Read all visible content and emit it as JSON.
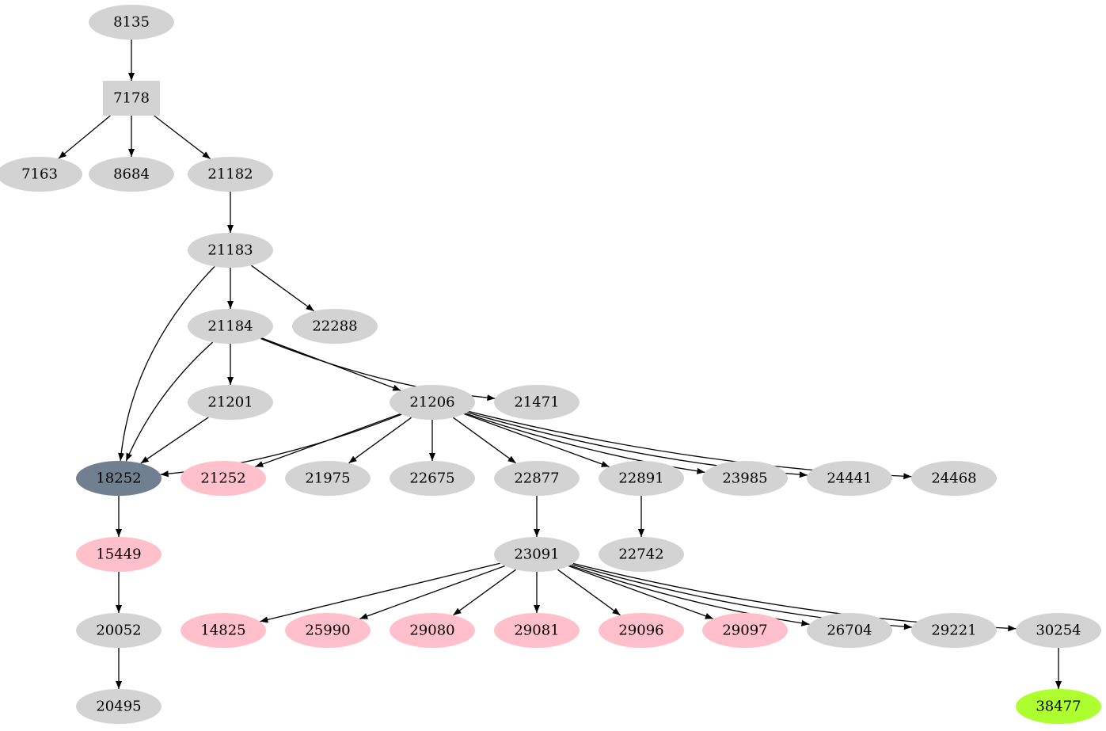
{
  "colors": {
    "default": "#d3d3d3",
    "pink": "#ffc0cb",
    "slate": "#708090",
    "lime": "#adff2f",
    "edge": "#000000"
  },
  "nodes": [
    {
      "id": "8135",
      "label": "8135",
      "shape": "ellipse",
      "color": "default"
    },
    {
      "id": "7178",
      "label": "7178",
      "shape": "box",
      "color": "default"
    },
    {
      "id": "7163",
      "label": "7163",
      "shape": "ellipse",
      "color": "default"
    },
    {
      "id": "8684",
      "label": "8684",
      "shape": "ellipse",
      "color": "default"
    },
    {
      "id": "21182",
      "label": "21182",
      "shape": "ellipse",
      "color": "default"
    },
    {
      "id": "21183",
      "label": "21183",
      "shape": "ellipse",
      "color": "default"
    },
    {
      "id": "21184",
      "label": "21184",
      "shape": "ellipse",
      "color": "default"
    },
    {
      "id": "22288",
      "label": "22288",
      "shape": "ellipse",
      "color": "default"
    },
    {
      "id": "21201",
      "label": "21201",
      "shape": "ellipse",
      "color": "default"
    },
    {
      "id": "21206",
      "label": "21206",
      "shape": "ellipse",
      "color": "default"
    },
    {
      "id": "21471",
      "label": "21471",
      "shape": "ellipse",
      "color": "default"
    },
    {
      "id": "18252",
      "label": "18252",
      "shape": "ellipse",
      "color": "slate"
    },
    {
      "id": "21252",
      "label": "21252",
      "shape": "ellipse",
      "color": "pink"
    },
    {
      "id": "21975",
      "label": "21975",
      "shape": "ellipse",
      "color": "default"
    },
    {
      "id": "22675",
      "label": "22675",
      "shape": "ellipse",
      "color": "default"
    },
    {
      "id": "22877",
      "label": "22877",
      "shape": "ellipse",
      "color": "default"
    },
    {
      "id": "22891",
      "label": "22891",
      "shape": "ellipse",
      "color": "default"
    },
    {
      "id": "23985",
      "label": "23985",
      "shape": "ellipse",
      "color": "default"
    },
    {
      "id": "24441",
      "label": "24441",
      "shape": "ellipse",
      "color": "default"
    },
    {
      "id": "24468",
      "label": "24468",
      "shape": "ellipse",
      "color": "default"
    },
    {
      "id": "15449",
      "label": "15449",
      "shape": "ellipse",
      "color": "pink"
    },
    {
      "id": "23091",
      "label": "23091",
      "shape": "ellipse",
      "color": "default"
    },
    {
      "id": "22742",
      "label": "22742",
      "shape": "ellipse",
      "color": "default"
    },
    {
      "id": "20052",
      "label": "20052",
      "shape": "ellipse",
      "color": "default"
    },
    {
      "id": "14825",
      "label": "14825",
      "shape": "ellipse",
      "color": "pink"
    },
    {
      "id": "25990",
      "label": "25990",
      "shape": "ellipse",
      "color": "pink"
    },
    {
      "id": "29080",
      "label": "29080",
      "shape": "ellipse",
      "color": "pink"
    },
    {
      "id": "29081",
      "label": "29081",
      "shape": "ellipse",
      "color": "pink"
    },
    {
      "id": "29096",
      "label": "29096",
      "shape": "ellipse",
      "color": "pink"
    },
    {
      "id": "29097",
      "label": "29097",
      "shape": "ellipse",
      "color": "pink"
    },
    {
      "id": "26704",
      "label": "26704",
      "shape": "ellipse",
      "color": "default"
    },
    {
      "id": "29221",
      "label": "29221",
      "shape": "ellipse",
      "color": "default"
    },
    {
      "id": "30254",
      "label": "30254",
      "shape": "ellipse",
      "color": "default"
    },
    {
      "id": "20495",
      "label": "20495",
      "shape": "ellipse",
      "color": "default"
    },
    {
      "id": "38477",
      "label": "38477",
      "shape": "ellipse",
      "color": "lime"
    }
  ],
  "edges": [
    {
      "from": "8135",
      "to": "7178"
    },
    {
      "from": "7178",
      "to": "7163"
    },
    {
      "from": "7178",
      "to": "8684"
    },
    {
      "from": "7178",
      "to": "21182"
    },
    {
      "from": "21182",
      "to": "21183"
    },
    {
      "from": "21183",
      "to": "21184"
    },
    {
      "from": "21183",
      "to": "22288"
    },
    {
      "from": "21183",
      "to": "18252"
    },
    {
      "from": "21184",
      "to": "21201"
    },
    {
      "from": "21184",
      "to": "21206"
    },
    {
      "from": "21184",
      "to": "21471"
    },
    {
      "from": "21184",
      "to": "18252"
    },
    {
      "from": "21201",
      "to": "18252"
    },
    {
      "from": "21206",
      "to": "18252"
    },
    {
      "from": "21206",
      "to": "21252"
    },
    {
      "from": "21206",
      "to": "21975"
    },
    {
      "from": "21206",
      "to": "22675"
    },
    {
      "from": "21206",
      "to": "22877"
    },
    {
      "from": "21206",
      "to": "22891"
    },
    {
      "from": "21206",
      "to": "23985"
    },
    {
      "from": "21206",
      "to": "24441"
    },
    {
      "from": "21206",
      "to": "24468"
    },
    {
      "from": "18252",
      "to": "15449"
    },
    {
      "from": "15449",
      "to": "20052"
    },
    {
      "from": "20052",
      "to": "20495"
    },
    {
      "from": "22877",
      "to": "23091"
    },
    {
      "from": "22891",
      "to": "22742"
    },
    {
      "from": "23091",
      "to": "14825"
    },
    {
      "from": "23091",
      "to": "25990"
    },
    {
      "from": "23091",
      "to": "29080"
    },
    {
      "from": "23091",
      "to": "29081"
    },
    {
      "from": "23091",
      "to": "29096"
    },
    {
      "from": "23091",
      "to": "29097"
    },
    {
      "from": "23091",
      "to": "26704"
    },
    {
      "from": "23091",
      "to": "29221"
    },
    {
      "from": "23091",
      "to": "30254"
    },
    {
      "from": "30254",
      "to": "38477"
    }
  ]
}
